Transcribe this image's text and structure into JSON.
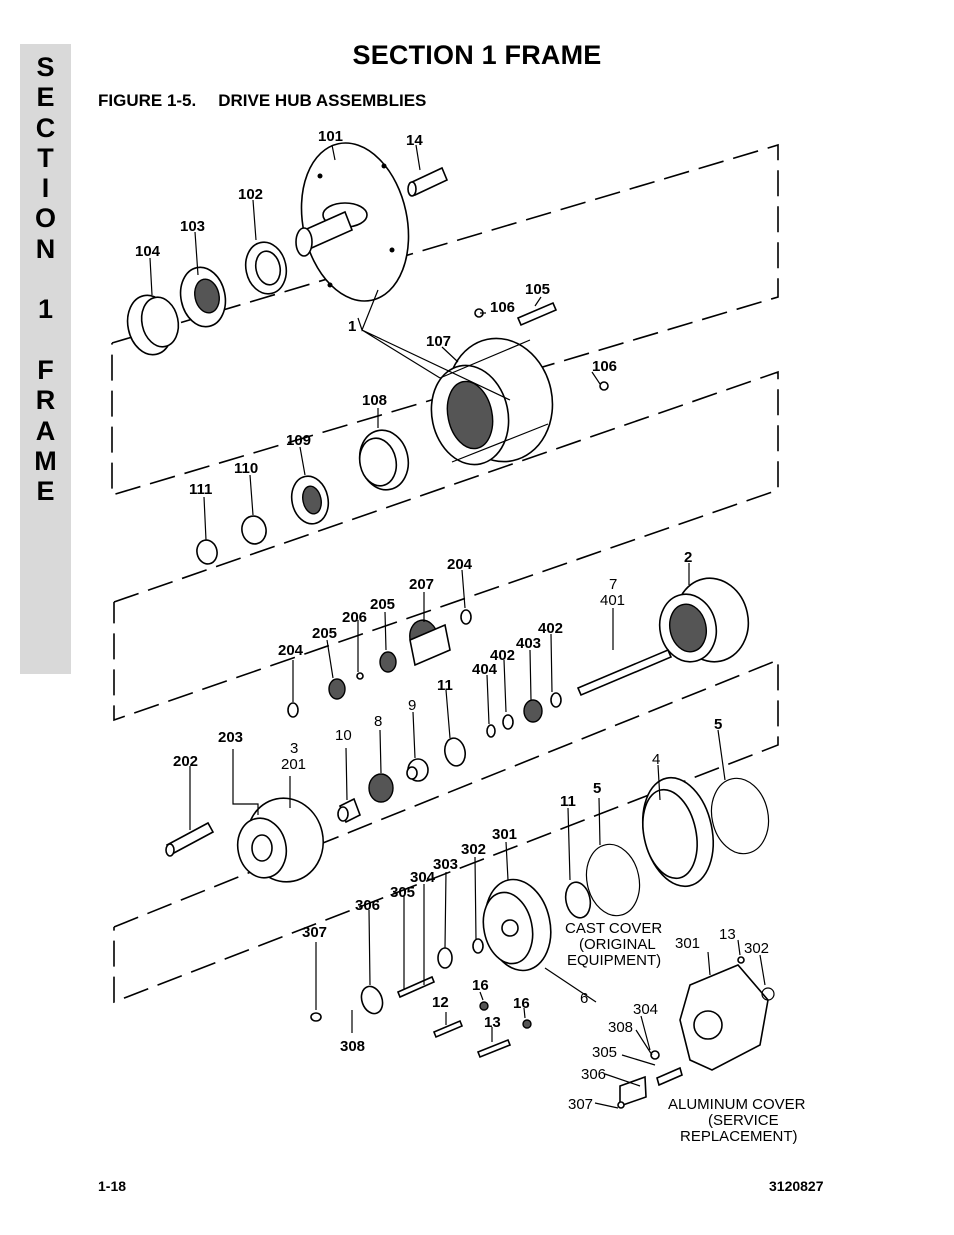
{
  "side_tab": {
    "letters": [
      "S",
      "E",
      "C",
      "T",
      "I",
      "O",
      "N",
      "",
      "1",
      "",
      "F",
      "R",
      "A",
      "M",
      "E"
    ]
  },
  "header": {
    "title": "SECTION 1  FRAME"
  },
  "figure": {
    "number": "FIGURE 1-5.",
    "title": "DRIVE HUB ASSEMBLIES"
  },
  "callouts": {
    "c101": "101",
    "c14": "14",
    "c102": "102",
    "c103": "103",
    "c104": "104",
    "c105": "105",
    "c106a": "106",
    "c1": "1",
    "c107": "107",
    "c106b": "106",
    "c108": "108",
    "c109": "109",
    "c110": "110",
    "c111": "111",
    "c2": "2",
    "c7": "7",
    "c401": "401",
    "c204a": "204",
    "c207": "207",
    "c205a": "205",
    "c206": "206",
    "c205b": "205",
    "c204b": "204",
    "c402a": "402",
    "c403": "403",
    "c402b": "402",
    "c404": "404",
    "c11a": "11",
    "c9": "9",
    "c8": "8",
    "c10": "10",
    "c3": "3",
    "c201": "201",
    "c203": "203",
    "c202": "202",
    "c5a": "5",
    "c4": "4",
    "c5b": "5",
    "c11b": "11",
    "c301": "301",
    "c302": "302",
    "c303": "303",
    "c304": "304",
    "c305": "305",
    "c306": "306",
    "c307": "307",
    "c308": "308",
    "c16a": "16",
    "c12": "12",
    "c13": "13",
    "c16b": "16",
    "c6": "6",
    "r13": "13",
    "r301": "301",
    "r302": "302",
    "r304": "304",
    "r308": "308",
    "r305": "305",
    "r306": "306",
    "r307": "307"
  },
  "notes": {
    "cast_cover": [
      "CAST COVER",
      "(ORIGINAL",
      "EQUIPMENT)"
    ],
    "aluminum_cover": [
      "ALUMINUM COVER",
      "(SERVICE",
      "REPLACEMENT)"
    ]
  },
  "footer": {
    "page": "1-18",
    "doc_number": "3120827"
  }
}
